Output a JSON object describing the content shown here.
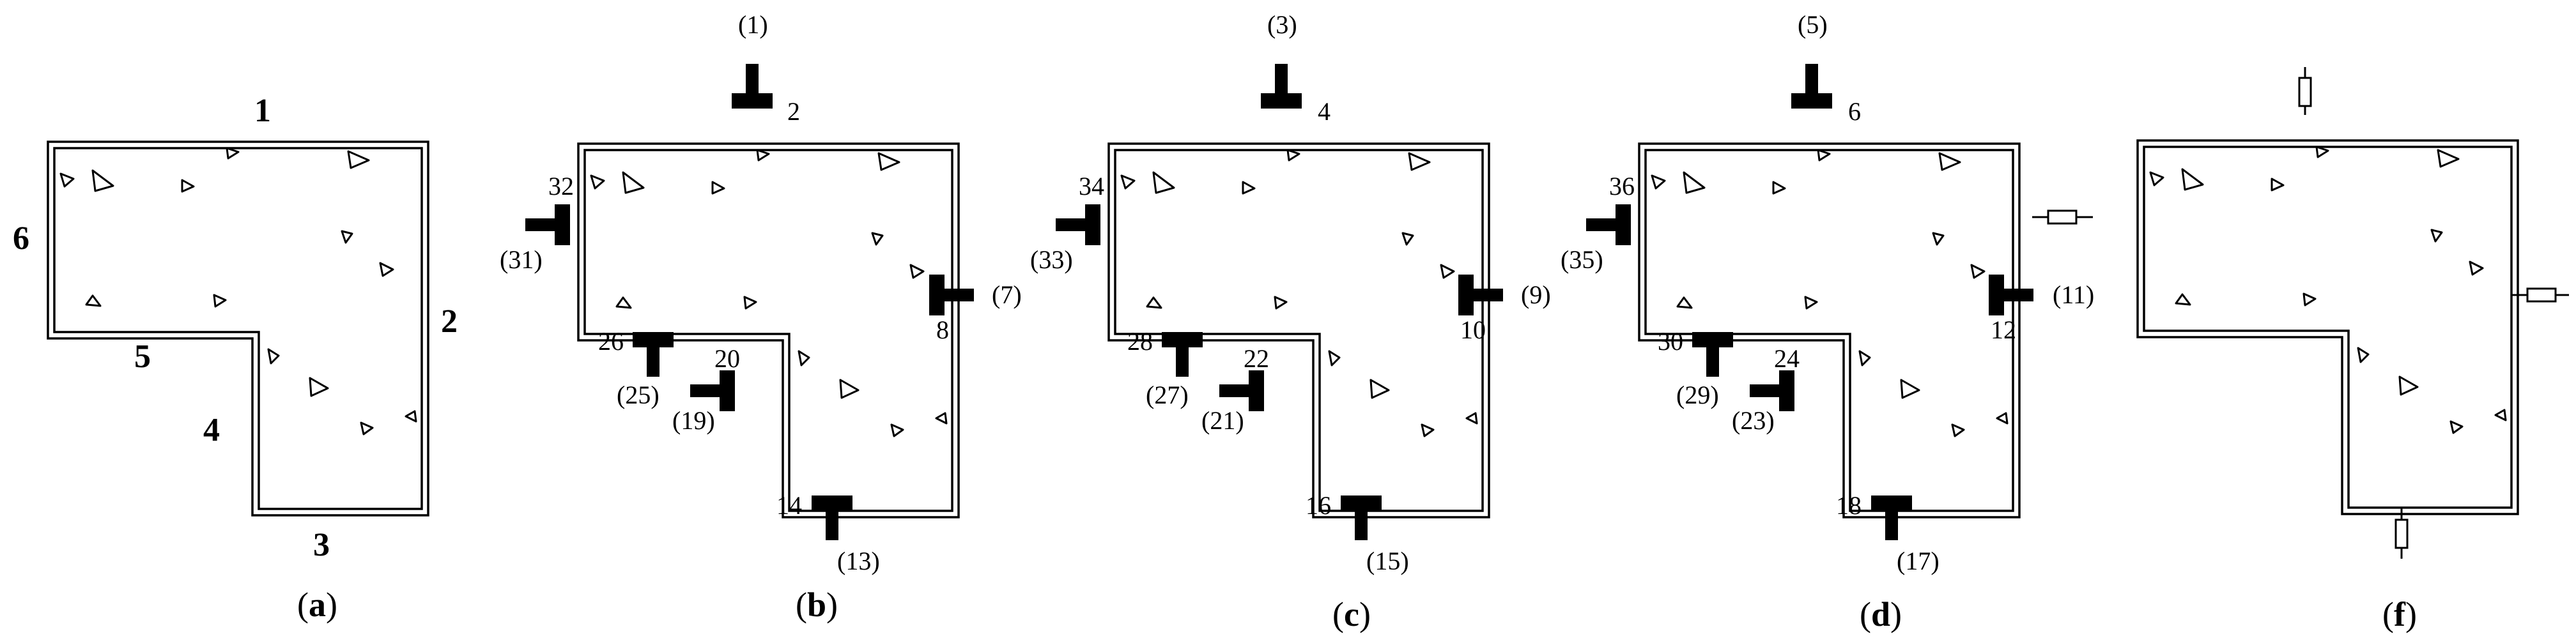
{
  "panels": [
    {
      "id": "a",
      "caption": "a",
      "edge_labels": [
        "1",
        "2",
        "3",
        "4",
        "5",
        "6"
      ]
    },
    {
      "id": "b",
      "caption": "b",
      "labels": [
        "(1)",
        "2",
        "32",
        "(31)",
        "(7)",
        "8",
        "26",
        "(25)",
        "20",
        "(19)",
        "14",
        "(13)"
      ]
    },
    {
      "id": "c",
      "caption": "c",
      "labels": [
        "(3)",
        "4",
        "34",
        "(33)",
        "(9)",
        "10",
        "28",
        "(27)",
        "22",
        "(21)",
        "16",
        "(15)"
      ]
    },
    {
      "id": "d",
      "caption": "d",
      "labels": [
        "(5)",
        "6",
        "36",
        "(35)",
        "(11)",
        "12",
        "30",
        "(29)",
        "24",
        "(23)",
        "18",
        "(17)"
      ]
    },
    {
      "id": "f",
      "caption": "f"
    }
  ]
}
